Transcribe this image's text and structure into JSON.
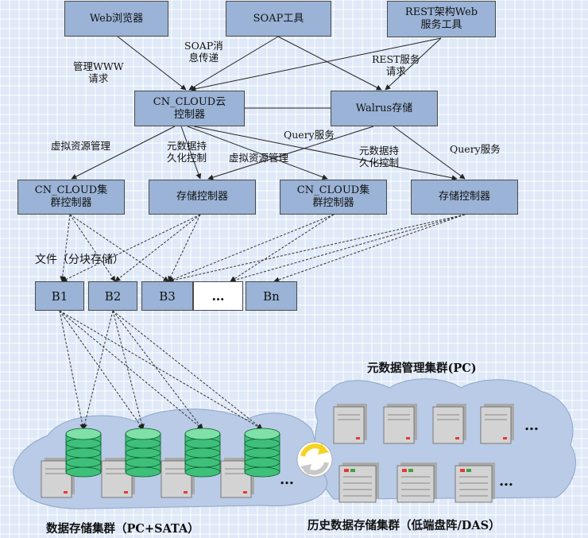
{
  "nodes": {
    "web_browser": "Web浏览器",
    "soap_tool": "SOAP工具",
    "rest_tool": [
      "REST架构Web",
      "服务工具"
    ],
    "cloud_controller": [
      "CN_CLOUD云",
      "控制器"
    ],
    "walrus": "Walrus存储",
    "cluster_controller_1": [
      "CN_CLOUD集",
      "群控制器"
    ],
    "storage_controller_1": "存储控制器",
    "cluster_controller_2": [
      "CN_CLOUD集",
      "群控制器"
    ],
    "storage_controller_2": "存储控制器"
  },
  "edge_labels": {
    "www_request": [
      "管理WWW",
      "请求"
    ],
    "soap_message": [
      "SOAP消",
      "息传递"
    ],
    "rest_service": [
      "REST服务",
      "请求"
    ],
    "virtual_resource_1": "虚拟资源管理",
    "metadata_persist_1": [
      "元数据持",
      "久化控制"
    ],
    "query_service_1": "Query服务",
    "virtual_resource_2": "虚拟资源管理",
    "metadata_persist_2": [
      "元数据持",
      "久化控制"
    ],
    "query_service_2": "Query服务"
  },
  "file_label": "文件（分块存储）",
  "blocks": [
    "B1",
    "B2",
    "B3",
    "…",
    "Bn"
  ],
  "clusters": {
    "metadata_cluster": "元数据管理集群(PC)",
    "data_storage_cluster": "数据存储集群（PC+SATA）",
    "history_storage_cluster": "历史数据存储集群（低端盘阵/DAS）"
  },
  "ellipsis": "…",
  "colors": {
    "box_fill": "#9ab3d6",
    "cloud_fill": "#b9cbe6",
    "disk_green": "#3ec07a",
    "server_gray": "#d3d3d3",
    "sync_yellow": "#f5d320"
  }
}
